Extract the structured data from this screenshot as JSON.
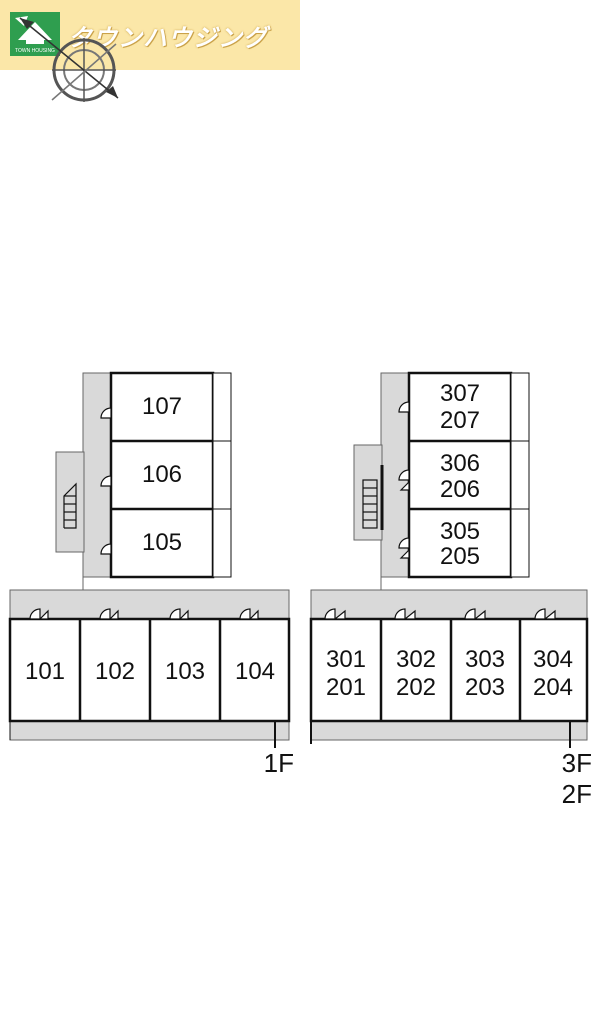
{
  "header": {
    "brand_name": "タウンハウジング",
    "logo_caption": "TOWN HOUSING",
    "brand_color": "#2f9e4f",
    "banner_color": "#fbe7a8",
    "compass_icon": "compass-icon"
  },
  "floor_plans": [
    {
      "floor_label": "1F",
      "upper_rooms": [
        "107",
        "106",
        "105"
      ],
      "lower_rooms": [
        "101",
        "102",
        "103",
        "104"
      ]
    },
    {
      "floor_label_top": "3F",
      "floor_label_bottom": "2F",
      "upper_rooms": [
        {
          "top": "307",
          "bottom": "207"
        },
        {
          "top": "306",
          "bottom": "206"
        },
        {
          "top": "305",
          "bottom": "205"
        }
      ],
      "lower_rooms": [
        {
          "top": "301",
          "bottom": "201"
        },
        {
          "top": "302",
          "bottom": "202"
        },
        {
          "top": "303",
          "bottom": "203"
        },
        {
          "top": "304",
          "bottom": "204"
        }
      ]
    }
  ],
  "colors": {
    "corridor": "#d9d9d9",
    "wall": "#111111",
    "room_fill": "#ffffff"
  }
}
